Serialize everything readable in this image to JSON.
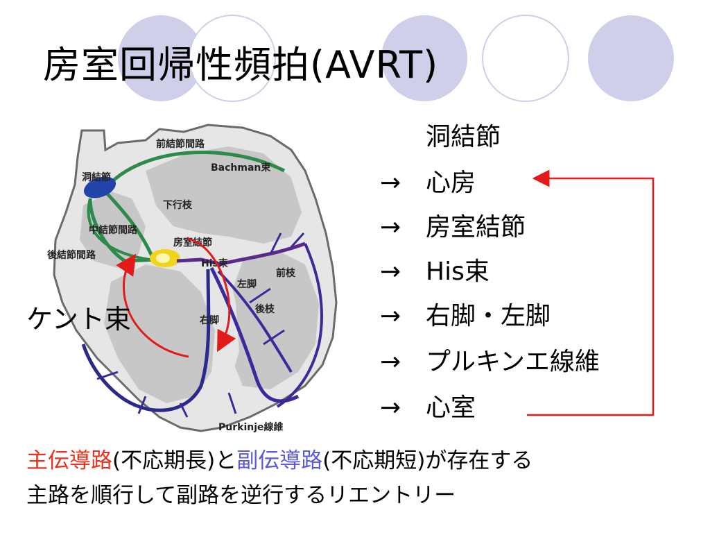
{
  "title": "房室回帰性頻拍(AVRT)",
  "heart_labels": {
    "ant_internodal": "前結節間路",
    "bachman": "Bachman束",
    "sa_node": "洞結節",
    "descending_branch": "下行枝",
    "mid_internodal": "中結節間路",
    "av_node": "房室結節",
    "post_internodal": "後結節間路",
    "his": "His束",
    "anterior_branch": "前枝",
    "left_bundle": "左脚",
    "posterior_branch": "後枝",
    "right_bundle": "右脚",
    "purkinje": "Purkinje線維"
  },
  "kent_label": "ケント束",
  "sequence": {
    "first": "洞結節",
    "arrow": "→",
    "steps": [
      "心房",
      "房室結節",
      "His束",
      "右脚・左脚",
      "プルキンエ線維",
      "心室"
    ]
  },
  "bottom": {
    "main_path": "主伝導路",
    "main_note": "(不応期長)と",
    "accessory_path": "副伝導路",
    "accessory_note": "(不応期短)が存在する",
    "line2": "主路を順行して副路を逆行するリエントリー"
  }
}
